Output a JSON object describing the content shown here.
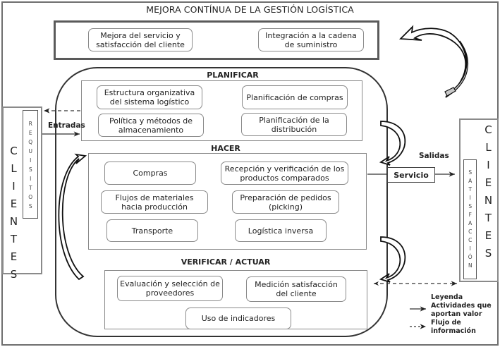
{
  "title": "MEJORA CONTÍNUA DE LA GESTIÓN LOGÍSTICA",
  "improvement": {
    "items": [
      "Mejora del servicio y satisfacción del cliente",
      "Integración a la cadena de suministro"
    ]
  },
  "planificar": {
    "label": "PLANIFICAR",
    "items": [
      "Estructura organizativa del sistema logístico",
      "Planificación de compras",
      "Política y métodos de almacenamiento",
      "Planificación de la distribución"
    ]
  },
  "hacer": {
    "label": "HACER",
    "items": [
      "Compras",
      "Recepción y verificación de los productos comparados",
      "Flujos de materiales hacia producción",
      "Preparación de pedidos (picking)",
      "Transporte",
      "Logística inversa"
    ]
  },
  "verificar": {
    "label": "VERIFICAR / ACTUAR",
    "items": [
      "Evaluación y selección de proveedores",
      "Medición satisfacción del cliente",
      "Uso de indicadores"
    ]
  },
  "left_clients": {
    "label": "CLIENTES",
    "sub_label": "REQUISITOS",
    "flow_label": "Entradas"
  },
  "right_clients": {
    "label": "CLIENTES",
    "sub_label": "SATISFACCIÓN",
    "flow_label": "Salidas"
  },
  "servicio": "Servicio",
  "legend": {
    "title": "Leyenda",
    "solid": "Actividades que aportan valor",
    "dashed": "Flujo de información"
  }
}
